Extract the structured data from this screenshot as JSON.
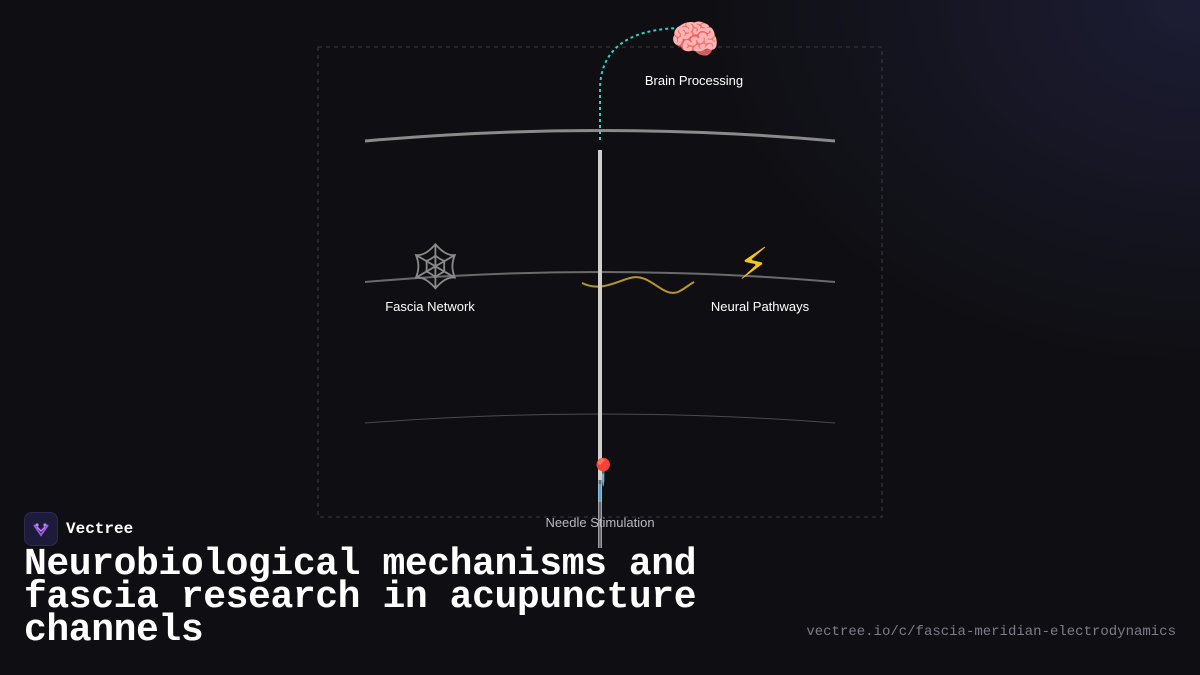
{
  "diagram": {
    "labels": {
      "brain": "Brain Processing",
      "fascia": "Fascia Network",
      "neural": "Neural Pathways",
      "needle": "Needle Stimulation"
    },
    "icons": {
      "brain": "🧠",
      "fascia": "🕸",
      "neural": "⚡",
      "needle": "📍"
    },
    "colors": {
      "signal_path": "#2dd4bf",
      "neural_wave": "#b8962a",
      "skin_layer": "#8a8a8a",
      "needle": "#d0d0d0"
    }
  },
  "brand": {
    "name": "Vectree"
  },
  "title": "Neurobiological mechanisms and fascia research in acupuncture channels",
  "url": "vectree.io/c/fascia-meridian-electrodynamics"
}
